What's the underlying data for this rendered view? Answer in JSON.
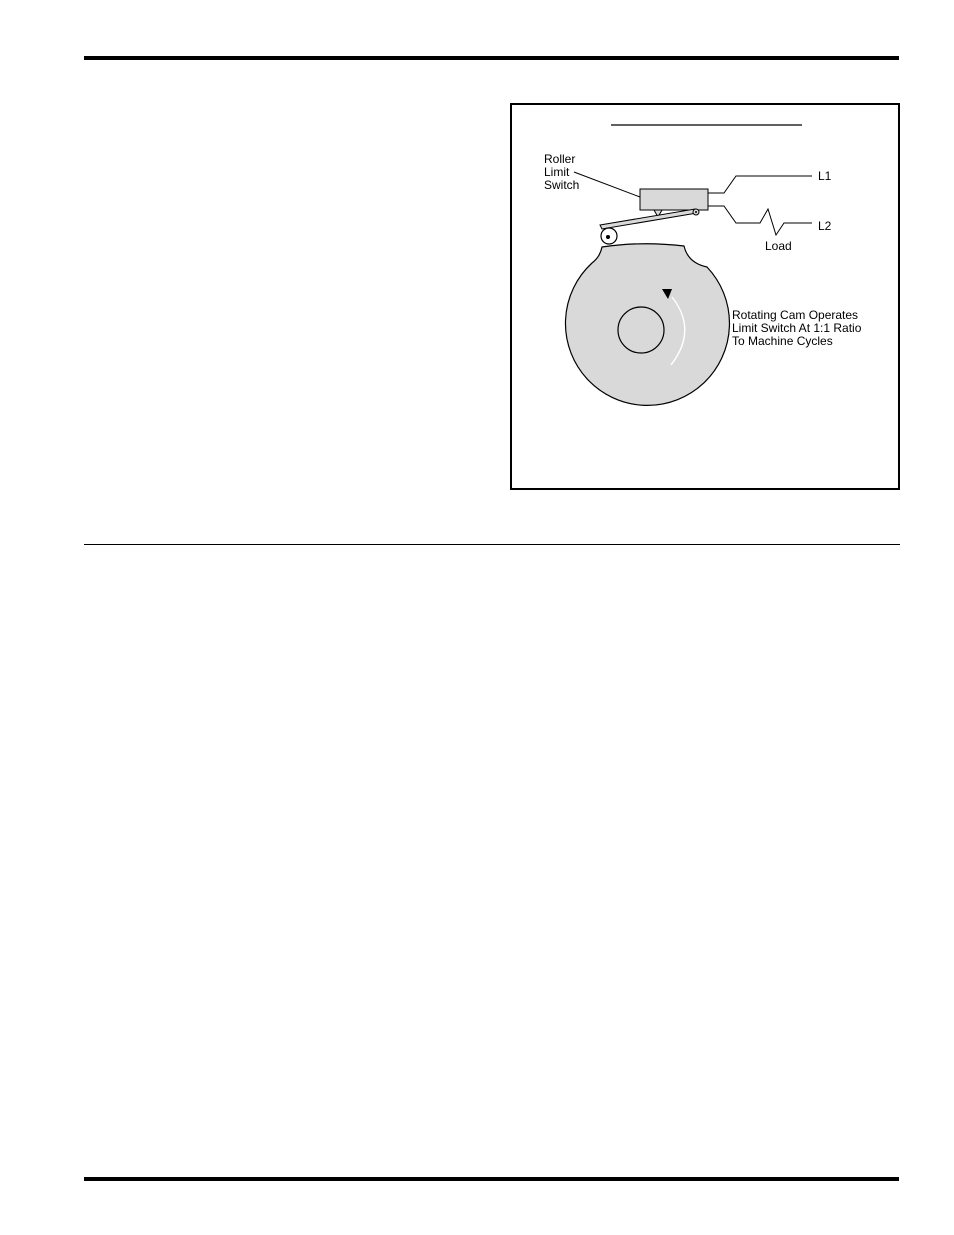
{
  "figure": {
    "title": "",
    "labels": {
      "roller_limit_switch": [
        "Roller",
        "Limit",
        "Switch"
      ],
      "line_1": "L1",
      "line_2": "L2",
      "load": "Load",
      "cam_note": [
        "Rotating Cam Operates",
        "Limit Switch At 1:1 Ratio",
        "To Machine Cycles"
      ]
    },
    "colors": {
      "cam_fill": "#d9d9d9",
      "switch_fill": "#d9d9d9",
      "line": "#000000"
    }
  }
}
